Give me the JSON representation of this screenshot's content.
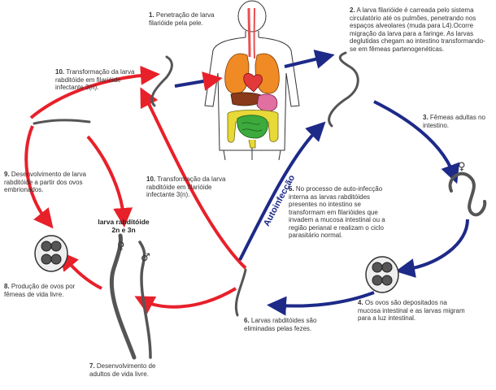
{
  "steps": [
    {
      "num": "1.",
      "text": "Penetração de larva filarióide pela pele."
    },
    {
      "num": "2.",
      "text": "A larva filarióide é carreada pelo sistema circulatório até os pulmões, penetrando nos espaços alveolares (muda para L4).Ocorre migração da larva para a faringe. As larvas deglutidas chegam ao intestino transformando-se em fêmeas partenogenéticas."
    },
    {
      "num": "3.",
      "text": "Fêmeas adultas no intestino."
    },
    {
      "num": "4.",
      "text": "Os ovos são depositados na mucosa intestinal e as larvas migram para a luz intestinal."
    },
    {
      "num": "5.",
      "text": "No processo de auto-infecção interna as larvas rabditóides presentes no intestino se transformam em filarióides que invadem a mucosa intestinal ou a região perianal e realizam o ciclo parasitário normal."
    },
    {
      "num": "6.",
      "text": "Larvas rabditóides são eliminadas pelas fezes."
    },
    {
      "num": "7.",
      "text": "Desenvolvimento de adultos de vida livre."
    },
    {
      "num": "8.",
      "text": "Produção de ovos por fêmeas de vida livre."
    },
    {
      "num": "9.",
      "text": "Desenvolvimento de larva rabditóide a partir dos ovos embrionados."
    },
    {
      "num": "10.",
      "text": "Transformação da larva rabditóide em filarióide infectante 3(n)."
    },
    {
      "num": "10.",
      "text": "Transformação da larva rabditóide em filarióide infectante 3(n)."
    }
  ],
  "autoinfection_label": "Autoinfecção",
  "larva_label_line1": "larva rabditóide",
  "larva_label_line2": "2n e 3n",
  "female_symbol": "♀",
  "male_symbol": "♂",
  "colors": {
    "red_arrow": "#e8202a",
    "blue_arrow": "#1d2a88",
    "worm": "#555555",
    "lungs": "#f08a24",
    "heart": "#e23a3a",
    "liver": "#8a3a1a",
    "stomach": "#e070a0",
    "intestine_small": "#3caa3c",
    "intestine_large": "#e8d838",
    "trachea": "#e85050"
  }
}
